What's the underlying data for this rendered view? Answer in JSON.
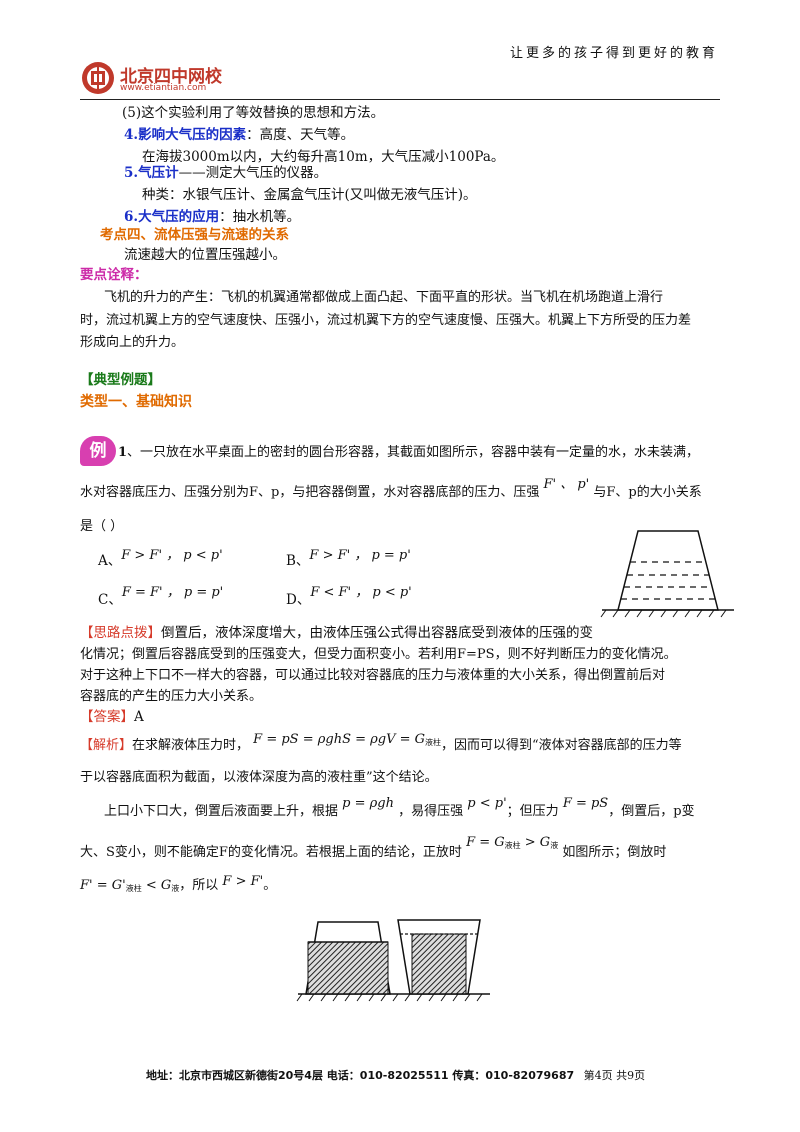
{
  "header": {
    "logo_name": "北京四中网校",
    "logo_url": "www.etiantian.com",
    "slogan": "让更多的孩子得到更好的教育"
  },
  "intro": {
    "item5": "(5)这个实验利用了等效替换的思想和方法。",
    "p4_title": "4.影响大气压的因素",
    "p4_text": "：高度、天气等。",
    "p4_detail": "在海拔3000m以内，大约每升高10m，大气压减小100Pa。",
    "p5_title": "5.气压计",
    "p5_text": "——测定大气压的仪器。",
    "p5_detail": "种类：水银气压计、金属盒气压计(又叫做无液气压计)。",
    "p6_title": "6.大气压的应用",
    "p6_text": "：抽水机等。",
    "kp4_title": "考点四、流体压强与流速的关系",
    "kp4_text": "流速越大的位置压强越小。",
    "key_title": "要点诠释：",
    "key_line1": "飞机的升力的产生：飞机的机翼通常都做成上面凸起、下面平直的形状。当飞机在机场跑道上滑行",
    "key_line2": "时，流过机翼上方的空气速度快、压强小，流过机翼下方的空气速度慢、压强大。机翼上下方所受的压力差",
    "key_line3": "形成向上的升力。"
  },
  "examples": {
    "section_title": "【典型例题】",
    "type1_title": "类型一、基础知识",
    "badge": "例",
    "q_num": "1",
    "q_line1": "、一只放在水平桌面上的密封的圆台形容器，其截面如图所示，容器中装有一定量的水，水未装满，",
    "q_line2a": "水对容器底压力、压强分别为F、p，与把容器倒置，水对容器底部的压力、压强",
    "q_line2m": "F' 、 p'",
    "q_line2b": "与F、p的大小关系",
    "q_line3": "是（     ）",
    "optA_label": "A、",
    "optA": "F > F' ， p < p'",
    "optB_label": "B、",
    "optB": "F > F' ， p = p'",
    "optC_label": "C、",
    "optC": "F = F' ， p = p'",
    "optD_label": "D、",
    "optD": "F < F' ， p < p'"
  },
  "solution": {
    "hint_tag": "【思路点拨】",
    "hint1": "倒置后，液体深度增大，由液体压强公式得出容器底受到液体的压强的变",
    "hint2": "化情况；倒置后容器底受到的压强变大，但受力面积变小。若利用F=PS，则不好判断压力的变化情况。",
    "hint3": "对于这种上下口不一样大的容器，可以通过比较对容器底的压力与液体重的大小关系，得出倒置前后对",
    "hint4": "容器底的产生的压力大小关系。",
    "answer_tag": "【答案】",
    "answer": "A",
    "analysis_tag": "【解析】",
    "an1a": "在求解液体压力时，",
    "an1m": "F = pS = ρghS = ρgV = G",
    "an1sub": "液柱",
    "an1b": "，因而可以得到“液体对容器底部的压力等",
    "an2": "于以容器底面积为截面，以液体深度为高的液柱重”这个结论。",
    "an3a": "上口小下口大，倒置后液面要上升，根据",
    "an3m1": "p = ρgh",
    "an3b": "，易得压强",
    "an3m2": "p < p'",
    "an3c": "；但压力",
    "an3m3": "F = pS",
    "an3d": "，倒置后，p变",
    "an4a": "大、S变小，则不能确定F的变化情况。若根据上面的结论，正放时",
    "an4m1": "F = G",
    "an4s1": "液柱",
    "an4m2": " > G",
    "an4s2": "液",
    "an4b": "如图所示；倒放时",
    "an5m1": "F' = G'",
    "an5s1": "液柱",
    "an5m2": " < G",
    "an5s2": "液",
    "an5b": "，所以",
    "an5m3": "F > F'",
    "an5c": "。"
  },
  "footer": {
    "address": "地址：北京市西城区新德街20号4层  电话：010-82025511  传真：010-82079687",
    "page": "第4页  共9页"
  },
  "colors": {
    "blue": "#1a2fc8",
    "orange": "#e06a00",
    "magenta": "#cc2aa8",
    "red": "#d63a2a",
    "logo": "#c0392b"
  }
}
